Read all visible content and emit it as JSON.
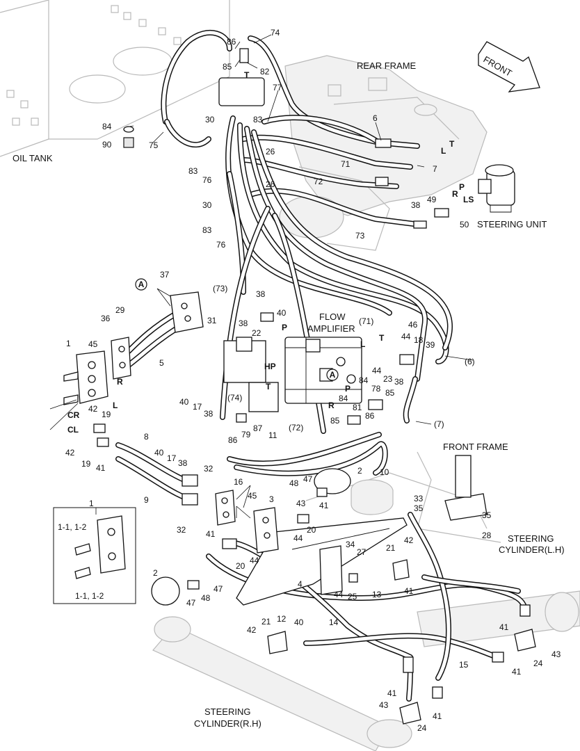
{
  "labels": {
    "oil_tank": "OIL TANK",
    "rear_frame": "REAR FRAME",
    "front": "FRONT",
    "steering_unit": "STEERING UNIT",
    "flow_amplifier_line1": "FLOW",
    "flow_amplifier_line2": "AMPLIFIER",
    "front_frame": "FRONT FRAME",
    "steering_cylinder_lh_line1": "STEERING",
    "steering_cylinder_lh_line2": "CYLINDER(L.H)",
    "steering_cylinder_rh_line1": "STEERING",
    "steering_cylinder_rh_line2": "CYLINDER(R.H)"
  },
  "ports": {
    "T_top": "T",
    "T_su": "T",
    "L_su": "L",
    "P_su": "P",
    "R_su": "R",
    "LS_su": "LS",
    "P_fa": "P",
    "L_fa": "L",
    "T_fa": "T",
    "HP": "HP",
    "T_fa2": "T",
    "P_fa2": "P",
    "R_fa": "R",
    "R_blk": "R",
    "L_blk": "L",
    "CR": "CR",
    "CL": "CL",
    "A1": "A",
    "A2": "A"
  },
  "callouts": {
    "c74": "74",
    "c86a": "86",
    "c85a": "85",
    "c82": "82",
    "c77": "77",
    "c84a": "84",
    "c90": "90",
    "c75": "75",
    "c30a": "30",
    "c83a": "83",
    "c83b": "83",
    "c26a": "26",
    "c6a": "6",
    "c71a": "71",
    "c72a": "72",
    "c7a": "7",
    "c83c": "83",
    "c76a": "76",
    "c26b": "26",
    "c30b": "30",
    "c38a": "38",
    "c49": "49",
    "c50": "50",
    "c83d": "83",
    "c76b": "76",
    "c73": "73",
    "c37": "37",
    "c73p": "(73)",
    "c38b": "38",
    "c40a": "40",
    "c38c": "38",
    "c22": "22",
    "c71p": "(71)",
    "c46": "46",
    "c44a": "44",
    "c18": "18",
    "c39": "39",
    "c6p": "(6)",
    "c29": "29",
    "c36": "36",
    "c31": "31",
    "c1": "1",
    "c45a": "45",
    "c5": "5",
    "c44b": "44",
    "c23": "23",
    "c38d": "38",
    "c84b": "84",
    "c78": "78",
    "c74p": "(74)",
    "c84c": "84",
    "c81": "81",
    "c85b": "85",
    "c86b": "86",
    "c7p": "(7)",
    "c40b": "40",
    "c17a": "17",
    "c38e": "38",
    "c42a": "42",
    "c19a": "19",
    "c86c": "86",
    "c79": "79",
    "c87": "87",
    "c72p": "(72)",
    "c11": "11",
    "c42b": "42",
    "c19b": "19",
    "c41a": "41",
    "c8": "8",
    "c40c": "40",
    "c17b": "17",
    "c38f": "38",
    "c10": "10",
    "c32a": "32",
    "c16": "16",
    "c2a": "2",
    "c48a": "48",
    "c47a": "47",
    "c9": "9",
    "c45b": "45",
    "c3": "3",
    "c33": "33",
    "c35a": "35",
    "c1box": "1",
    "c11_12a": "1-1, 1-2",
    "c11_12b": "1-1, 1-2",
    "c32b": "32",
    "c43a": "43",
    "c41b": "41",
    "c20a": "20",
    "c44c": "44",
    "c35b": "35",
    "c28": "28",
    "c41c": "41",
    "c20b": "20",
    "c44d": "44",
    "c34": "34",
    "c27": "27",
    "c21a": "21",
    "c42c": "42",
    "c2b": "2",
    "c4": "4",
    "c44e": "44",
    "c25": "25",
    "c13": "13",
    "c41d": "41",
    "c47b": "47",
    "c48b": "48",
    "c47c": "47",
    "c12": "12",
    "c21b": "21",
    "c40d": "40",
    "c42d": "42",
    "c14": "14",
    "c41e": "41",
    "c43b": "43",
    "c24a": "24",
    "c41f": "41",
    "c15": "15",
    "c41g": "41",
    "c43c": "43",
    "c24b": "24",
    "c41h": "41"
  }
}
